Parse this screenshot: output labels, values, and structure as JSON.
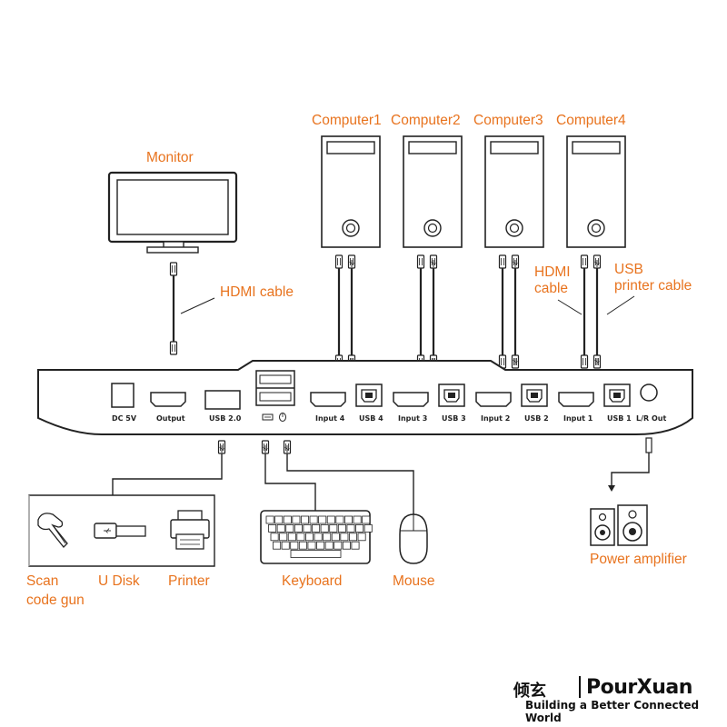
{
  "labels": {
    "monitor": "Monitor",
    "hdmi_cable_left": "HDMI cable",
    "computers": [
      "Computer1",
      "Computer2",
      "Computer3",
      "Computer4"
    ],
    "hdmi_cable_right_1": "HDMI",
    "hdmi_cable_right_2": "cable",
    "usb_printer_cable_1": "USB",
    "usb_printer_cable_2": "printer cable",
    "scan_code_gun_1": "Scan",
    "scan_code_gun_2": "code gun",
    "u_disk": "U Disk",
    "printer": "Printer",
    "keyboard": "Keyboard",
    "mouse": "Mouse",
    "power_amplifier": "Power amplifier"
  },
  "ports": {
    "dc": "DC 5V",
    "output": "Output",
    "usb20": "USB 2.0",
    "input4": "Input 4",
    "usb4": "USB 4",
    "input3": "Input 3",
    "usb3": "USB 3",
    "input2": "Input 2",
    "usb2": "USB 2",
    "input1": "Input 1",
    "usb1": "USB 1",
    "lr_out": "L/R Out"
  },
  "brand": {
    "chinese": "倾玄",
    "name": "PourXuan",
    "tagline": "Building a Better Connected World"
  },
  "colors": {
    "label": "#e8731e",
    "line": "#222222"
  }
}
